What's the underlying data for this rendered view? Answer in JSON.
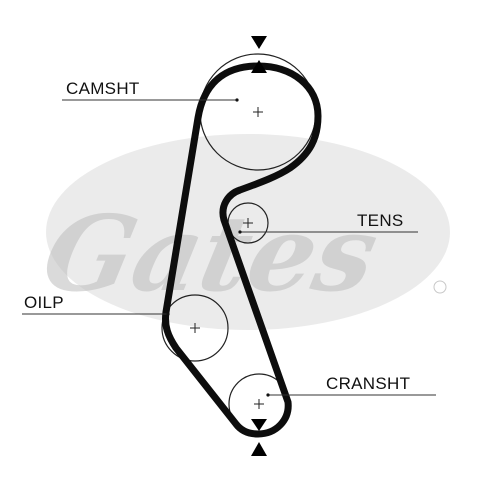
{
  "labels": {
    "camshaft": "CAMSHT",
    "tensioner": "TENS",
    "oil_pump": "OILP",
    "crankshaft": "CRANSHT"
  },
  "watermark": {
    "brand": "Gates",
    "registered_mark": "®",
    "color": "#c8c8c8"
  },
  "colors": {
    "belt": "#0d0d0d",
    "pulley_outline": "#222222",
    "leader_line": "#333333",
    "label_text": "#111111",
    "timing_marker": "#000000"
  },
  "icons": {
    "pulley_center": "plus-icon",
    "timing_mark": "triangle-marker-icon"
  }
}
